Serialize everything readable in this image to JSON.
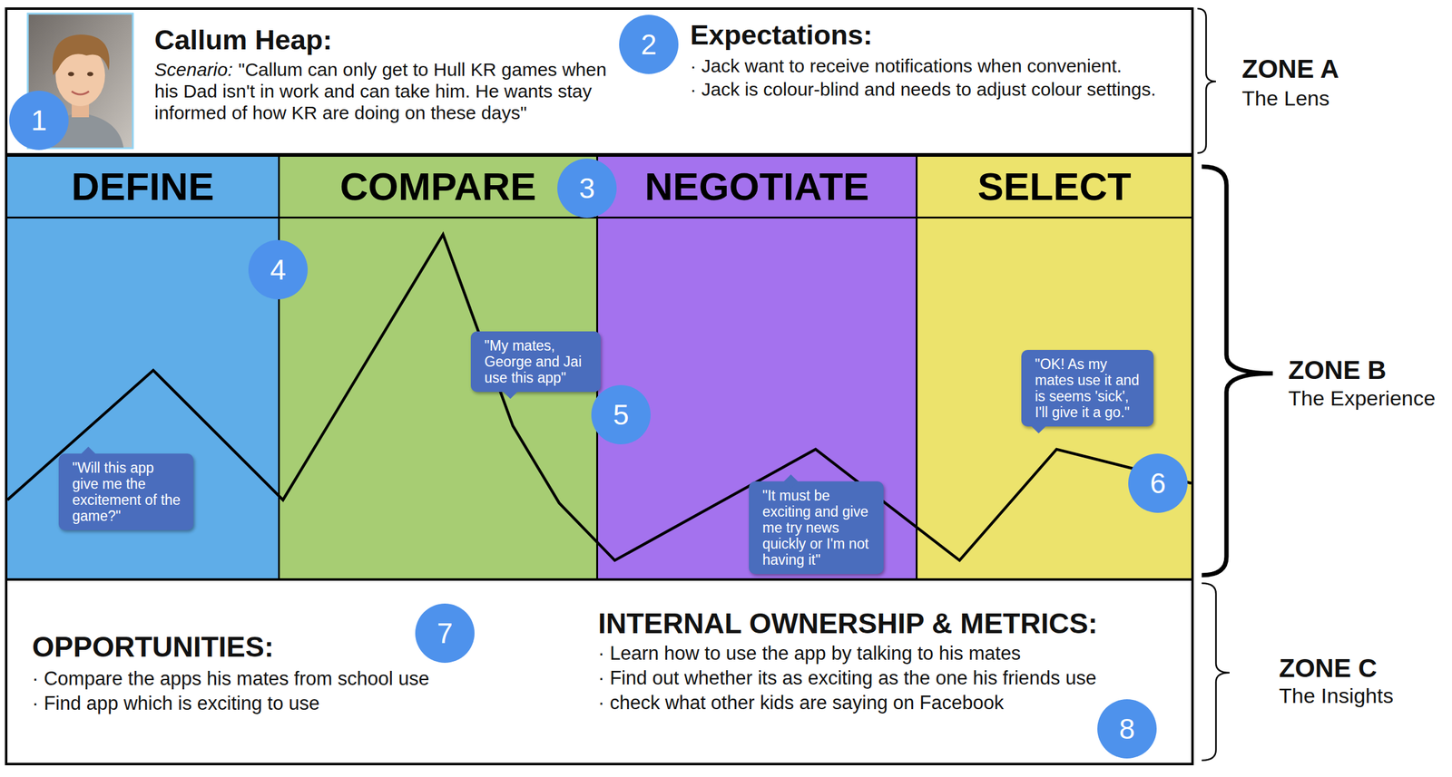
{
  "diagram": {
    "nodes": [
      {
        "text": [
          "Callum Heap:",
          "Scenario:",
          "\"Callum can only get to Hull KR games when his Dad isn't in work and can take him. He wants stay informed of how KR are doing on these days\"",
          "Expectations:",
          "· Jack want to receive notifications when convenient.",
          "· Jack is colour-blind and needs to adjust colour settings.",
          "ZONE A",
          "The Lens"
        ]
      },
      {
        "text": [
          "1"
        ],
        "in": 0
      },
      {
        "text": [
          "2"
        ],
        "in": 0
      },
      {
        "text": [
          "ZONE B",
          "The Experience"
        ]
      },
      {
        "text": [
          "DEFINE"
        ],
        "in": 3
      },
      {
        "text": [
          "COMPARE"
        ],
        "in": 3
      },
      {
        "text": [
          "NEGOTIATE"
        ],
        "in": 3
      },
      {
        "text": [
          "SELECT"
        ],
        "in": 3
      },
      {
        "text": [
          "3"
        ],
        "in": 3
      },
      {
        "text": [
          "4"
        ],
        "in": 3
      },
      {
        "text": [
          "\"Will this app give me the excitement of the game?\""
        ],
        "in": 4
      },
      {
        "text": [
          "\"My mates, George and Jai use this app\""
        ],
        "in": 5
      },
      {
        "text": [
          "5"
        ],
        "in": 3
      },
      {
        "text": [
          "\"It must be exciting and give me try news quickly or I'm not having it\""
        ],
        "in": 6
      },
      {
        "text": [
          "\"OK! As my mates use it and is seems 'sick', I'll give it a go.\""
        ],
        "in": 7
      },
      {
        "text": [
          "6"
        ],
        "in": 3
      },
      {
        "text": [
          "OPPORTUNITIES:",
          "· Compare the apps his mates from school use",
          "· Find app which is exciting to use",
          "INTERNAL OWNERSHIP & METRICS:",
          "· Learn how to use the app by talking to his mates",
          "· Find out whether its as exciting as the one his friends use",
          "· check what other kids are saying on Facebook",
          "ZONE C",
          "The Insights"
        ]
      },
      {
        "text": [
          "7"
        ],
        "in": 16
      },
      {
        "text": [
          "8"
        ],
        "in": 16
      }
    ]
  }
}
